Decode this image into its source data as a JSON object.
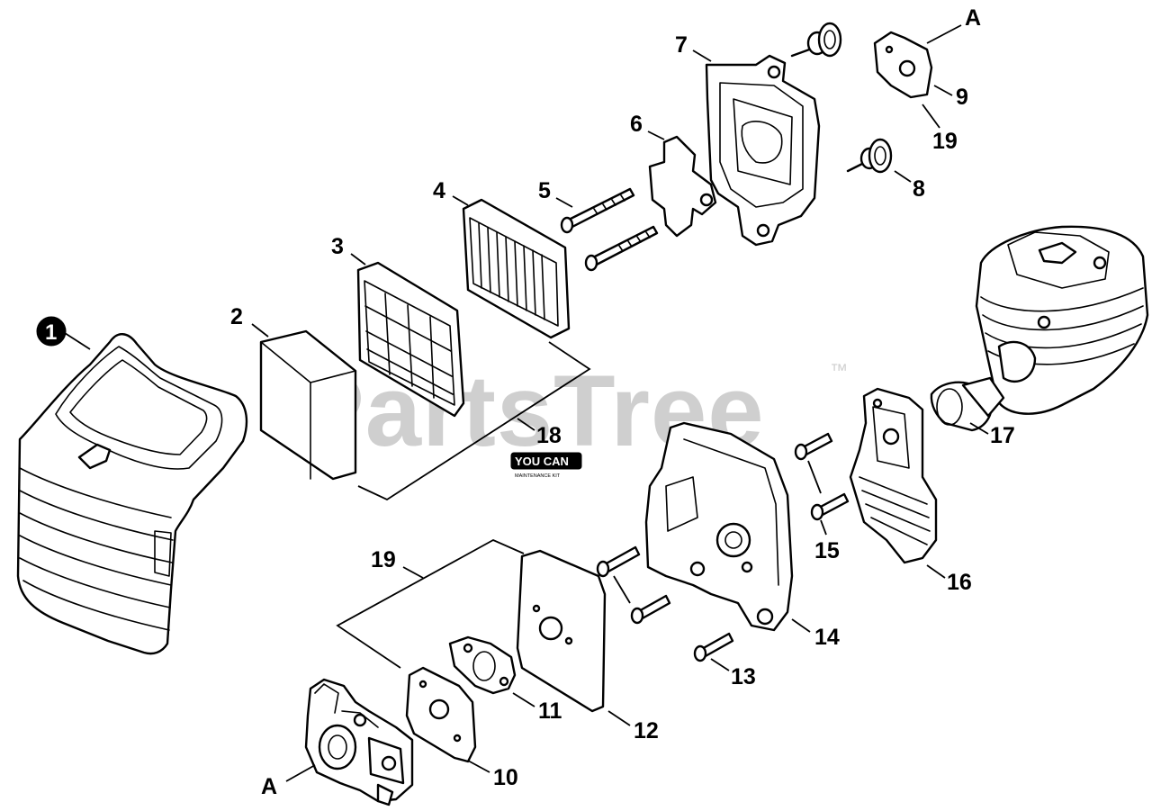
{
  "watermark": {
    "text": "PartsTree",
    "trademark": "™"
  },
  "kit_badge": {
    "line1": "YOU CAN",
    "line2": "MAINTENANCE KIT"
  },
  "callouts": {
    "p1": "1",
    "p2": "2",
    "p3": "3",
    "p4": "4",
    "p5": "5",
    "p6": "6",
    "p7": "7",
    "p8": "8",
    "p9": "9",
    "p10": "10",
    "p11": "11",
    "p12": "12",
    "p13": "13",
    "p14": "14",
    "p15": "15",
    "p16": "16",
    "p17": "17",
    "p18": "18",
    "p19_top": "19",
    "p19_left": "19"
  },
  "reference_markers": {
    "top": "A",
    "bottom": "A"
  }
}
